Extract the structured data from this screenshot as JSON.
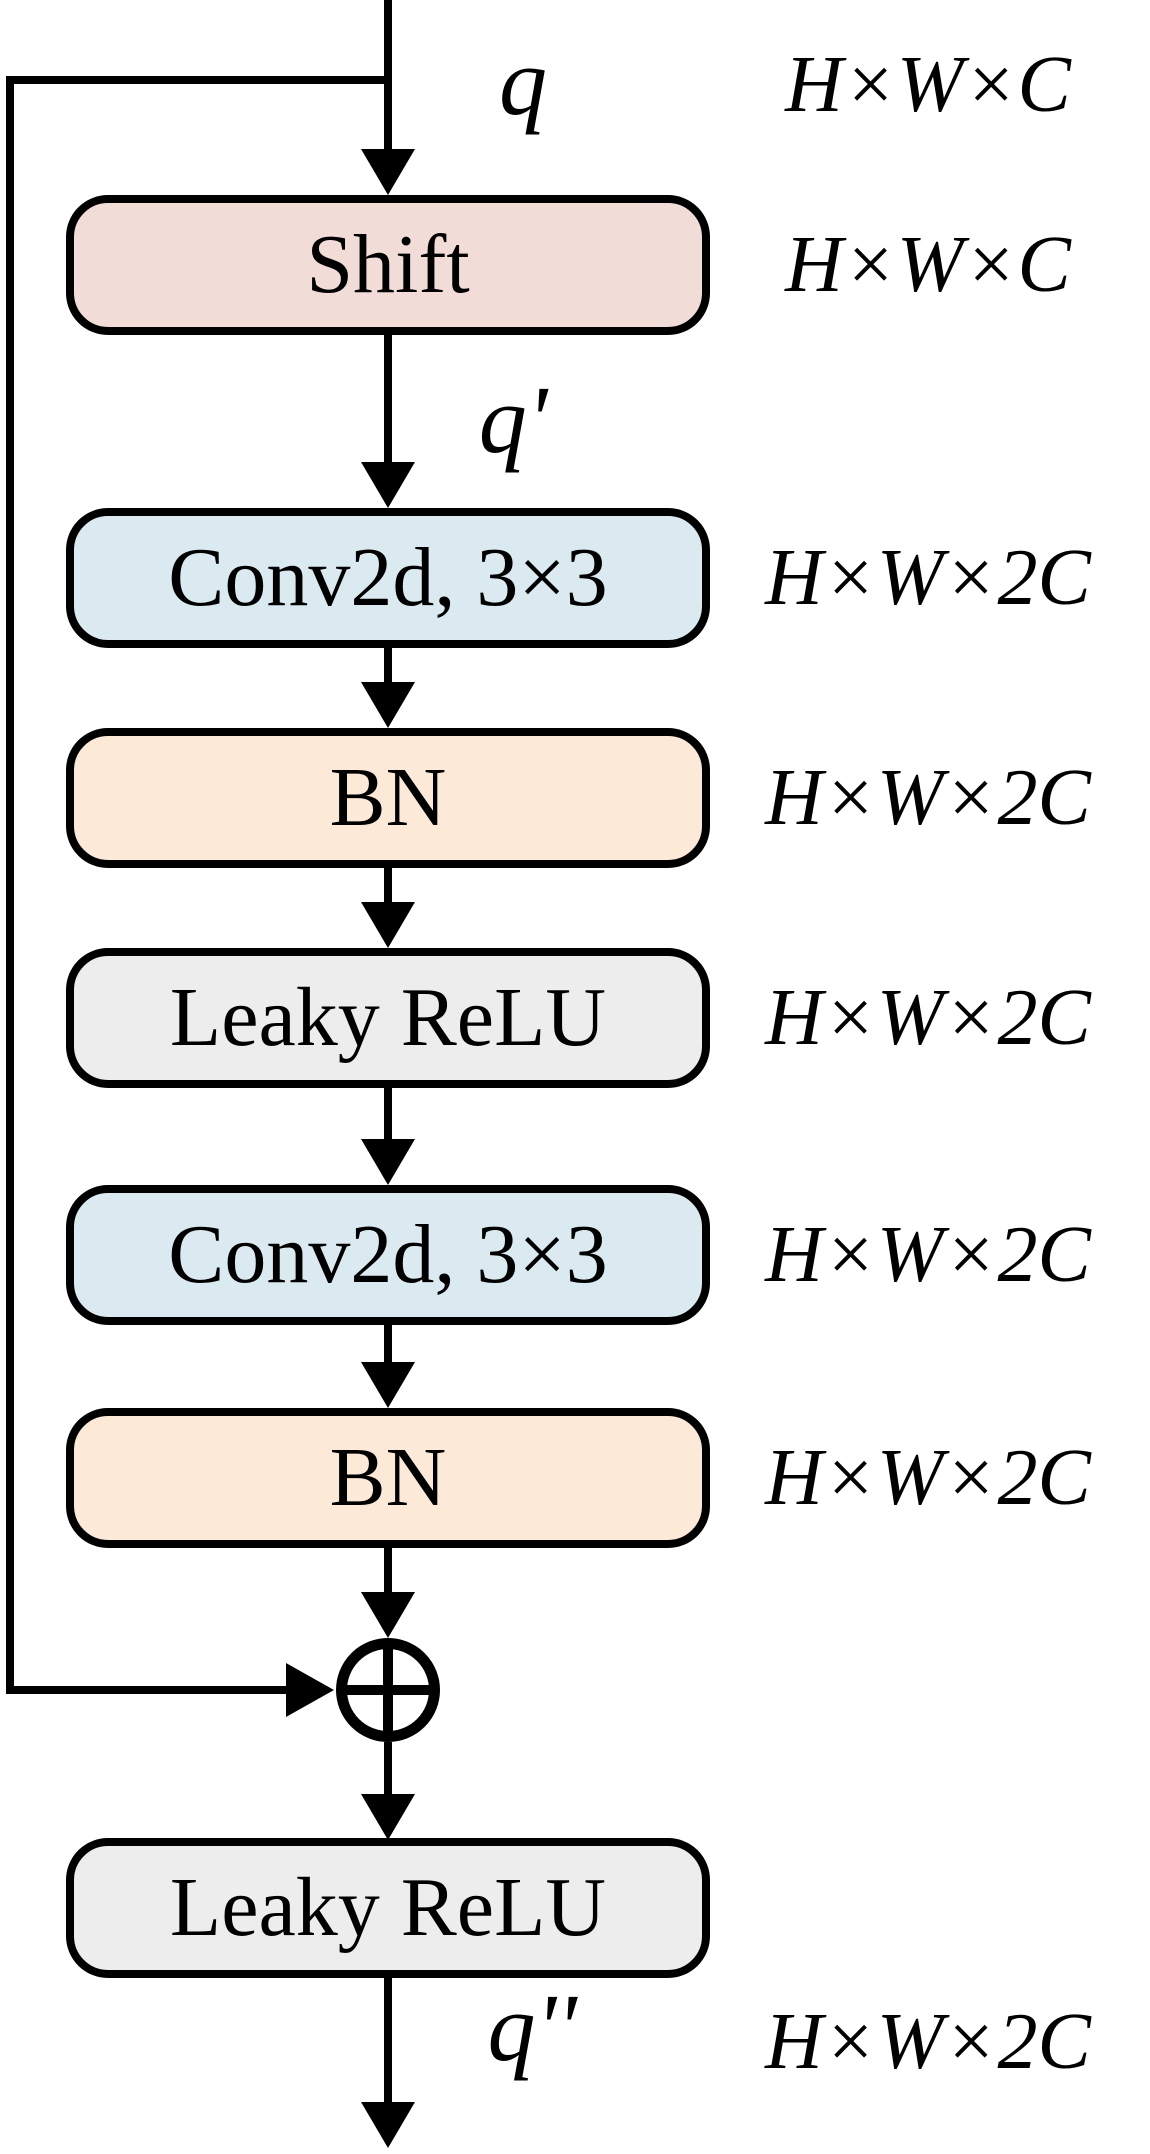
{
  "diagram": {
    "blocks": [
      {
        "label": "Shift",
        "fill": "#f2dcd8"
      },
      {
        "label": "Conv2d, 3×3",
        "fill": "#dbeaf0"
      },
      {
        "label": "BN",
        "fill": "#fce9d8"
      },
      {
        "label": "Leaky ReLU",
        "fill": "#ededee"
      },
      {
        "label": "Conv2d, 3×3",
        "fill": "#dbeaf0"
      },
      {
        "label": "BN",
        "fill": "#fce9d8"
      },
      {
        "label": "Leaky ReLU",
        "fill": "#ededee"
      }
    ],
    "flow_labels": {
      "input": "q",
      "after_shift": "q'",
      "output": "q''"
    },
    "dim_labels": [
      "H×W×C",
      "H×W×C",
      "H×W×2C",
      "H×W×2C",
      "H×W×2C",
      "H×W×2C",
      "H×W×2C",
      "H×W×2C"
    ],
    "colors": {
      "line": "#000000",
      "background": "#ffffff"
    }
  }
}
